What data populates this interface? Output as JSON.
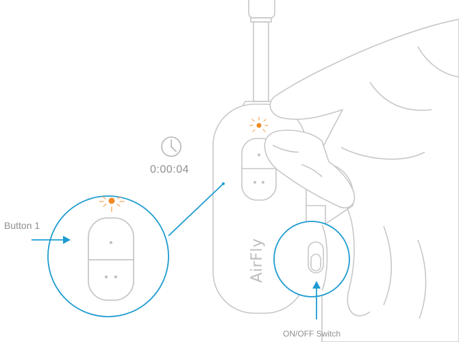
{
  "labels": {
    "timer": "0:00:04",
    "button": "Button 1",
    "switch": "ON/OFF Switch",
    "brand": "AirFly"
  },
  "icons": {
    "timer": "clock-icon",
    "button_arrow": "arrow-right-icon",
    "switch_arrow": "arrow-up-icon",
    "led": "led-glow-icon",
    "hand": "hand-illustration"
  },
  "colors": {
    "callout": "#1e9bd0",
    "led": "#f08a24",
    "outline": "#bdbdbd",
    "text": "#8f8f8f"
  }
}
